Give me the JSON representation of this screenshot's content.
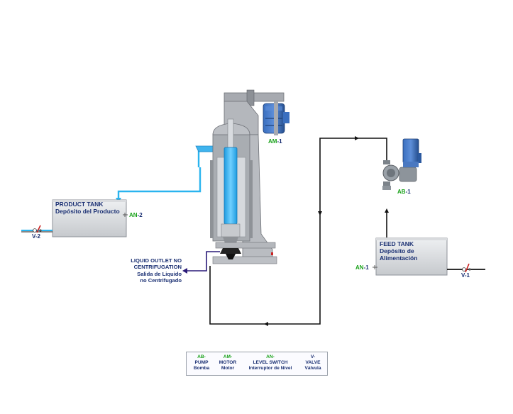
{
  "labels": {
    "product_tank": {
      "title": "PRODUCT TANK",
      "subtitle": "Depósito del Producto"
    },
    "feed_tank": {
      "title": "FEED TANK",
      "subtitle_line1": "Depósito de",
      "subtitle_line2": "Alimentación"
    },
    "liquid_outlet": {
      "line1": "LIQUID OUTLET NO",
      "line2": "CENTRIFUGATION",
      "line3": "Salida de Liquido",
      "line4": "no Centrifugado"
    }
  },
  "tags": {
    "am1": {
      "prefix": "AM",
      "suffix": "-1"
    },
    "ab1": {
      "prefix": "AB",
      "suffix": "-1"
    },
    "an1": {
      "prefix": "AN",
      "suffix": "-1"
    },
    "an2": {
      "prefix": "AN",
      "suffix": "-2"
    },
    "v1": "V-1",
    "v2": "V-2"
  },
  "legend": [
    {
      "key": "AB-",
      "en": "PUMP",
      "es": "Bomba"
    },
    {
      "key": "AM-",
      "en": "MOTOR",
      "es": "Motor"
    },
    {
      "key": "AN-",
      "en": "LEVEL SWITCH",
      "es": "Interruptor de Nivel"
    },
    {
      "key": "V-",
      "en": "VALVE",
      "es": "Válvula"
    }
  ],
  "colors": {
    "pipe": "#111111",
    "product_line": "#2ab4ef",
    "outlet_line": "#2a1a78",
    "label_navy": "#1a2f72",
    "tag_green": "#1aa21a",
    "motor_blue": "#2e5fa8",
    "equipment_gray": "#a7aab0",
    "valve_red": "#cc2222"
  },
  "icons": [
    "centrifuge-icon",
    "motor-icon",
    "pump-icon",
    "tank-icon",
    "valve-icon",
    "level-switch-icon"
  ]
}
